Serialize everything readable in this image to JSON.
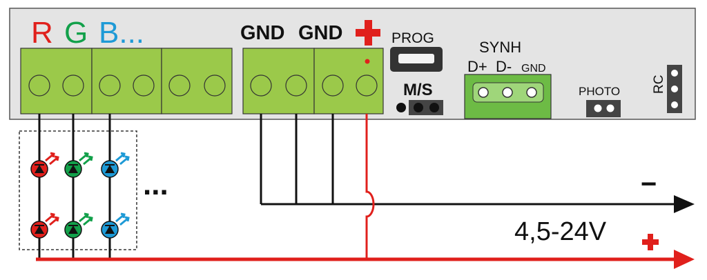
{
  "header": {
    "r_label": "R",
    "g_label": "G",
    "b_label": "B...",
    "gnd1_label": "GND",
    "gnd2_label": "GND",
    "prog_label": "PROG",
    "ms_label": "M/S",
    "synh_label": "SYNH",
    "dplus_label": "D+",
    "dminus_label": "D-",
    "synh_gnd_label": "GND",
    "photo_label": "PHOTO",
    "rc_label": "RC"
  },
  "led": {
    "ellipsis": "..."
  },
  "power": {
    "voltage_label": "4,5-24V",
    "minus_symbol": "−",
    "plus_symbol": "+"
  },
  "colors": {
    "red": "#e0201c",
    "green": "#12a04a",
    "blue": "#1e9ad6",
    "terminal": "#9bc94a",
    "panel": "#e4e4e4"
  },
  "icons": [
    "plus-icon",
    "usb-port-icon",
    "led-icon",
    "arrow-icon"
  ]
}
